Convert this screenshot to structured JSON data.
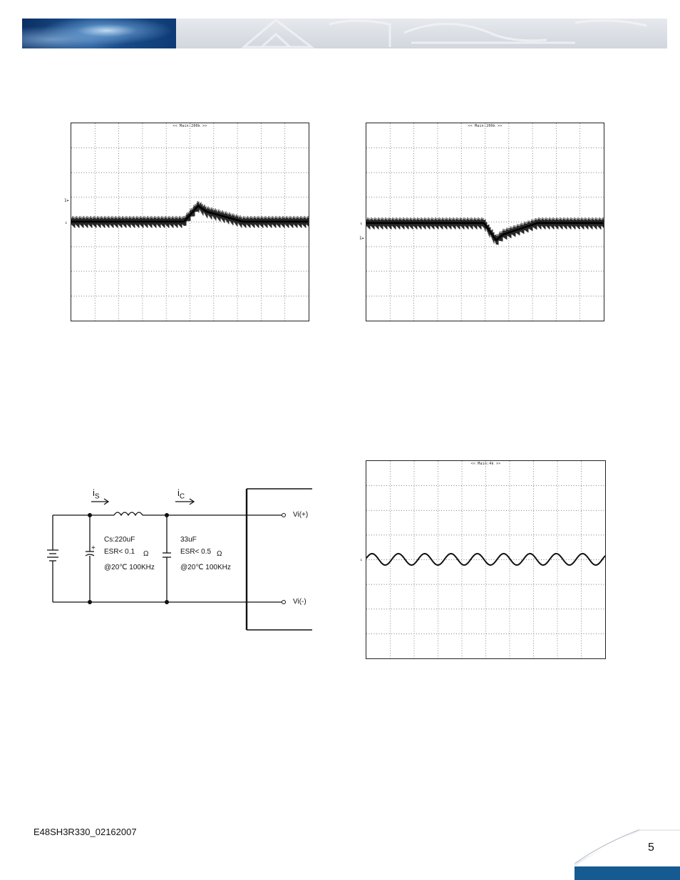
{
  "header": {
    "brand_colors": {
      "navy": "#0e3a75",
      "banner_grey": "#d8dce2"
    }
  },
  "figures": {
    "scope_top_left": {
      "title": "<< Main:200k >>",
      "markers": [
        "1▸",
        "↓"
      ],
      "trace": "positive-bump"
    },
    "scope_top_right": {
      "title": "<< Main:200k >>",
      "markers": [
        "↓",
        "1▸"
      ],
      "trace": "negative-dip"
    },
    "scope_bottom_right": {
      "title": "<< Main:4k >>",
      "markers": [
        "↓"
      ],
      "trace": "sine-ripple"
    },
    "circuit": {
      "is_label": "i",
      "is_sub": "S",
      "ic_label": "i",
      "ic_sub": "C",
      "cs_value": "Cs:220uF",
      "cs_esr": "ESR< 0.1",
      "cs_ohm": "Ω",
      "cs_cond": "@20℃ 100KHz",
      "c2_value": "33uF",
      "c2_esr": "ESR< 0.5",
      "c2_ohm": "Ω",
      "c2_cond": "@20℃ 100KHz",
      "vi_plus": "Vi(+)",
      "vi_minus": "Vi(-)",
      "cap_plus": "+"
    }
  },
  "footer": {
    "document_code": "E48SH3R330_02162007",
    "page_number": "5"
  }
}
